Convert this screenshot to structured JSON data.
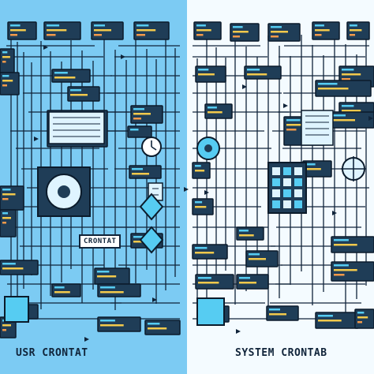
{
  "diagram": {
    "panels": [
      {
        "key": "left",
        "title": "USR CRONTAT",
        "box_label": "CRONTAT"
      },
      {
        "key": "right",
        "title": "SYSTEM CRONTAB"
      }
    ]
  },
  "colors": {
    "left_bg": "#7ccbf3",
    "right_bg": "#f4fbff",
    "line": "#10243a",
    "box_fill": "#1f3d57",
    "box_border": "#0b1b2b",
    "accent_yellow": "#f2c94c",
    "accent_orange": "#f2994a",
    "accent_cyan": "#56ccf2",
    "accent_light": "#dff4ff"
  },
  "icons": [
    "clock-icon",
    "vault-icon",
    "diamond-icon",
    "gear-icon",
    "chip-icon",
    "target-icon"
  ]
}
